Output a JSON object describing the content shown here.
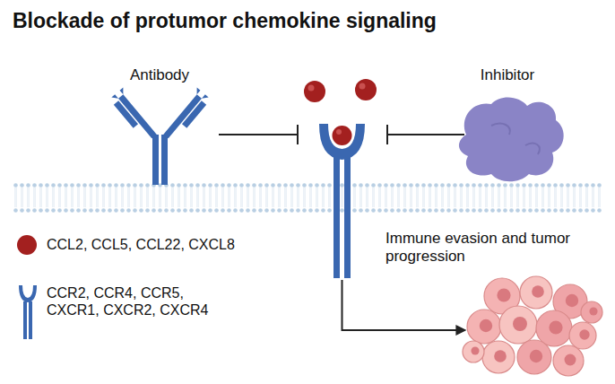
{
  "diagram": {
    "title": "Blockade of protumor chemokine signaling",
    "labels": [
      "Antibody",
      "Inhibitor",
      "Immune evasion and tumor progression"
    ],
    "legend": [
      {
        "text": "CCL2, CCL5, CCL22, CXCL8",
        "color": "#a3201f"
      },
      {
        "text": "CCR2, CCR4, CCR5, CXCR1, CXCR2, CXCR4"
      }
    ]
  }
}
